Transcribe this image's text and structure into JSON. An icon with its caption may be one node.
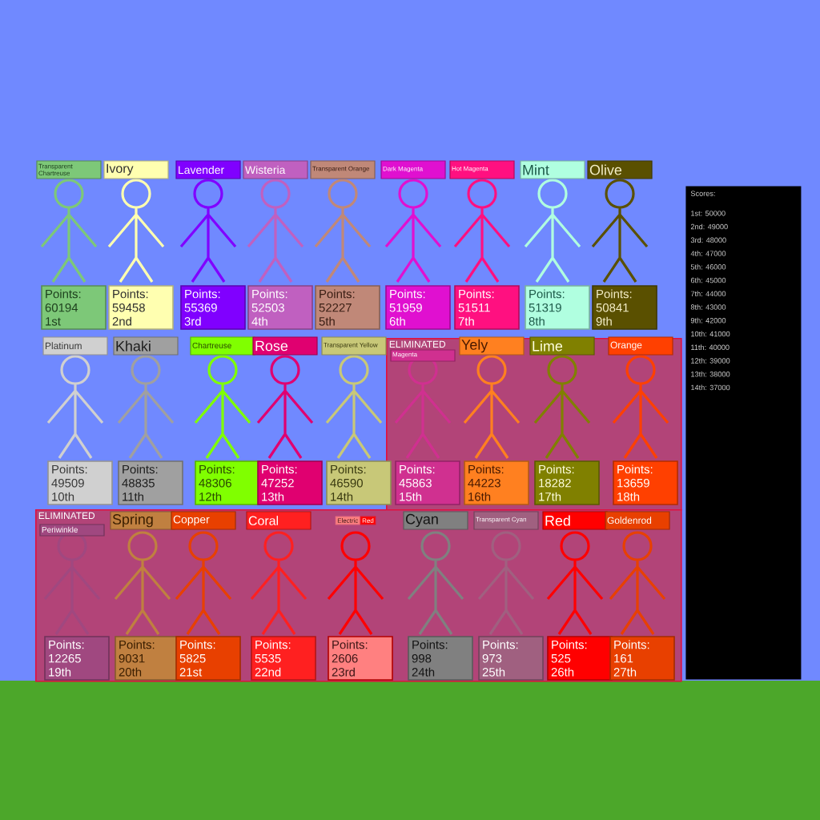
{
  "diagram": {
    "nodes": [
      {
        "text": [
          "ELIMINATED"
        ]
      },
      {
        "text": [
          "ELIMINATED"
        ]
      },
      {
        "text": [
          "Transparent Chartreuse"
        ]
      },
      {
        "text": [
          "Points:",
          "60194",
          "1st"
        ]
      },
      {
        "text": [
          "Ivory"
        ]
      },
      {
        "text": [
          "Points:",
          "59458",
          "2nd"
        ]
      },
      {
        "text": [
          "Lavender"
        ]
      },
      {
        "text": [
          "Points:",
          "55369",
          "3rd"
        ]
      },
      {
        "text": [
          "Wisteria"
        ]
      },
      {
        "text": [
          "Points:",
          "52503",
          "4th"
        ]
      },
      {
        "text": [
          "Transparent Orange"
        ]
      },
      {
        "text": [
          "Points:",
          "52227",
          "5th"
        ]
      },
      {
        "text": [
          "Dark Magenta"
        ]
      },
      {
        "text": [
          "Points:",
          "51959",
          "6th"
        ]
      },
      {
        "text": [
          "Hot Magenta"
        ]
      },
      {
        "text": [
          "Points:",
          "51511",
          "7th"
        ]
      },
      {
        "text": [
          "Mint"
        ]
      },
      {
        "text": [
          "Points:",
          "51319",
          "8th"
        ]
      },
      {
        "text": [
          "Olive"
        ]
      },
      {
        "text": [
          "Points:",
          "50841",
          "9th"
        ]
      },
      {
        "text": [
          "Platinum"
        ]
      },
      {
        "text": [
          "Points:",
          "49509",
          "10th"
        ]
      },
      {
        "text": [
          "Khaki"
        ]
      },
      {
        "text": [
          "Points:",
          "48835",
          "11th"
        ]
      },
      {
        "text": [
          "Chartreuse"
        ]
      },
      {
        "text": [
          "Points:",
          "48306",
          "12th"
        ]
      },
      {
        "text": [
          "Rose"
        ]
      },
      {
        "text": [
          "Points:",
          "47252",
          "13th"
        ]
      },
      {
        "text": [
          "Transparent Yellow"
        ]
      },
      {
        "text": [
          "Points:",
          "46590",
          "14th"
        ]
      },
      {
        "text": [
          "Magenta"
        ],
        "in": 0
      },
      {
        "text": [
          "Points:",
          "45863",
          "15th"
        ],
        "in": 0
      },
      {
        "text": [
          "Yely"
        ],
        "in": 0
      },
      {
        "text": [
          "Points:",
          "44223",
          "16th"
        ],
        "in": 0
      },
      {
        "text": [
          "Lime"
        ],
        "in": 0
      },
      {
        "text": [
          "Points:",
          "18282",
          "17th"
        ],
        "in": 0
      },
      {
        "text": [
          "Orange"
        ],
        "in": 0
      },
      {
        "text": [
          "Points:",
          "13659",
          "18th"
        ],
        "in": 0
      },
      {
        "text": [
          "Periwinkle"
        ],
        "in": 1
      },
      {
        "text": [
          "Points:",
          "12265",
          "19th"
        ],
        "in": 1
      },
      {
        "text": [
          "Spring"
        ],
        "in": 1
      },
      {
        "text": [
          "Points:",
          "9031",
          "20th"
        ],
        "in": 1
      },
      {
        "text": [
          "Copper"
        ],
        "in": 1
      },
      {
        "text": [
          "Points:",
          "5825",
          "21st"
        ],
        "in": 1
      },
      {
        "text": [
          "Coral"
        ],
        "in": 1
      },
      {
        "text": [
          "Points:",
          "5535",
          "22nd"
        ],
        "in": 1
      },
      {
        "text": [
          "Electric",
          "Red"
        ],
        "in": 1
      },
      {
        "text": [
          "Points:",
          "2606",
          "23rd"
        ],
        "in": 1
      },
      {
        "text": [
          "Cyan"
        ],
        "in": 1
      },
      {
        "text": [
          "Points:",
          "998",
          "24th"
        ],
        "in": 1
      },
      {
        "text": [
          "Transparent Cyan"
        ],
        "in": 1
      },
      {
        "text": [
          "Points:",
          "973",
          "25th"
        ],
        "in": 1
      },
      {
        "text": [
          "Red"
        ],
        "in": 1
      },
      {
        "text": [
          "Points:",
          "525",
          "26th"
        ],
        "in": 1
      },
      {
        "text": [
          "Goldenrod"
        ],
        "in": 1
      },
      {
        "text": [
          "Points:",
          "161",
          "27th"
        ],
        "in": 1
      },
      {
        "text": [
          "Scores:",
          "1st: 50000",
          "2nd: 49000",
          "3rd: 48000",
          "4th: 47000",
          "5th: 46000",
          "6th: 45000",
          "7th: 44000",
          "8th: 43000",
          "9th: 42000",
          "10th: 41000",
          "11th: 40000",
          "12th: 39000",
          "13th: 38000",
          "14th: 37000"
        ]
      }
    ]
  }
}
